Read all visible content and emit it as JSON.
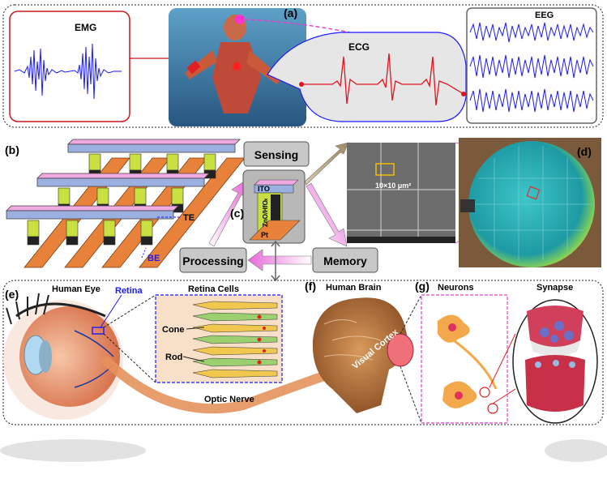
{
  "panels": {
    "a": "(a)",
    "b": "(b)",
    "c": "(c)",
    "d": "(d)",
    "e": "(e)",
    "f": "(f)",
    "g": "(g)"
  },
  "signals": {
    "emg": "EMG",
    "ecg": "ECG",
    "eeg": "EEG"
  },
  "crossbar": {
    "te": "TE",
    "be": "BE"
  },
  "cycle": {
    "sensing": "Sensing",
    "memory": "Memory",
    "processing": "Processing"
  },
  "device": {
    "ito": "ITO",
    "layer": "ZnO/HfO",
    "layer_sub": "x",
    "pt": "Pt"
  },
  "sem": {
    "scale": "10×10 μm²"
  },
  "vision": {
    "human_eye": "Human Eye",
    "retina": "Retina",
    "retina_cells": "Retina Cells",
    "cone": "Cone",
    "rod": "Rod",
    "optic_nerve": "Optic Nerve",
    "human_brain": "Human Brain",
    "visual_cortex": "Visual Cortex",
    "neurons": "Neurons",
    "synapse": "Synapse"
  },
  "colors": {
    "signal_blue": "#1a1aff",
    "ecg_red": "#e0141e",
    "frame_magenta": "#e040c8",
    "electrode_orange": "#e8823a",
    "oxide_green": "#c8e040",
    "wafer_teal": "#2ab0b8"
  }
}
